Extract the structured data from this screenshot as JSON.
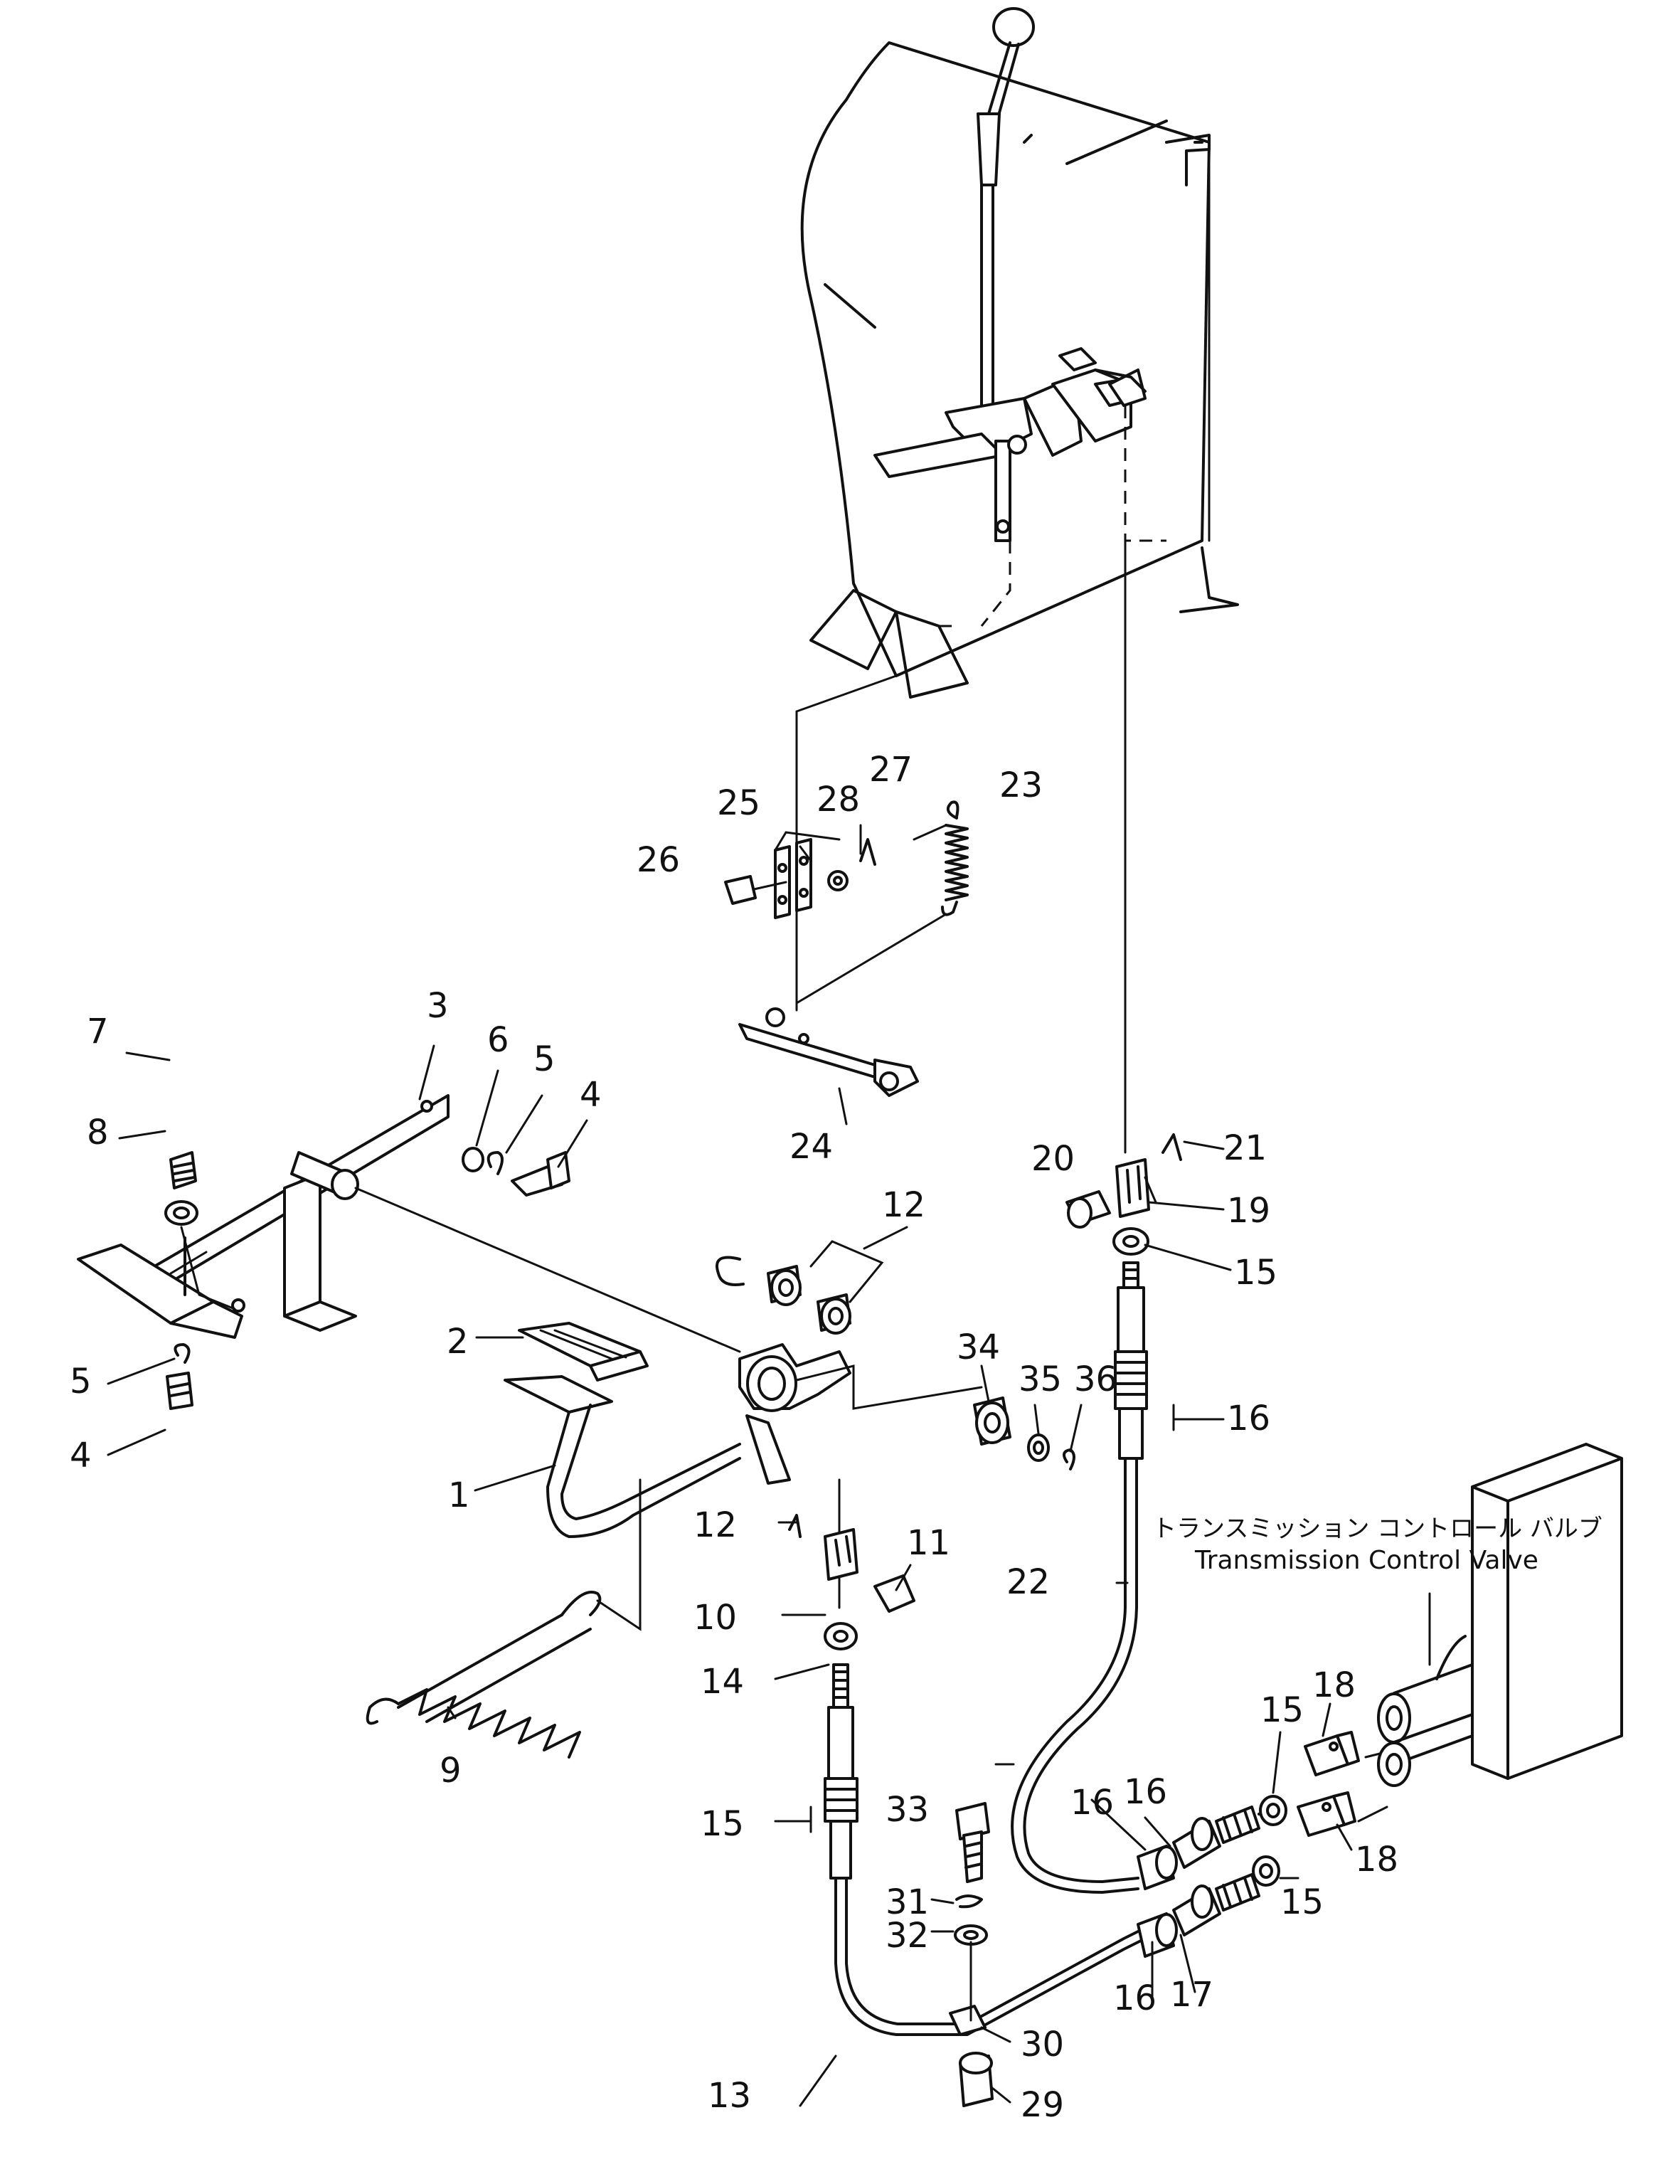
{
  "diagram": {
    "caption_jp": "トランスミッション コントロール バルブ",
    "caption_en": "Transmission Control Valve",
    "callouts": [
      {
        "id": "c1",
        "text": "1"
      },
      {
        "id": "c2",
        "text": "2"
      },
      {
        "id": "c3",
        "text": "3"
      },
      {
        "id": "c4a",
        "text": "4"
      },
      {
        "id": "c4b",
        "text": "4"
      },
      {
        "id": "c5a",
        "text": "5"
      },
      {
        "id": "c5b",
        "text": "5"
      },
      {
        "id": "c6",
        "text": "6"
      },
      {
        "id": "c7",
        "text": "7"
      },
      {
        "id": "c8",
        "text": "8"
      },
      {
        "id": "c9",
        "text": "9"
      },
      {
        "id": "c10",
        "text": "10"
      },
      {
        "id": "c11",
        "text": "11"
      },
      {
        "id": "c12",
        "text": "12"
      },
      {
        "id": "c13",
        "text": "13"
      },
      {
        "id": "c14",
        "text": "14"
      },
      {
        "id": "c15a",
        "text": "15"
      },
      {
        "id": "c15b",
        "text": "15"
      },
      {
        "id": "c15c",
        "text": "15"
      },
      {
        "id": "c15d",
        "text": "15"
      },
      {
        "id": "c16a",
        "text": "16"
      },
      {
        "id": "c16b",
        "text": "16"
      },
      {
        "id": "c16c",
        "text": "16"
      },
      {
        "id": "c16d",
        "text": "16"
      },
      {
        "id": "c17a",
        "text": "17"
      },
      {
        "id": "c17b",
        "text": "17"
      },
      {
        "id": "c18a",
        "text": "18"
      },
      {
        "id": "c18b",
        "text": "18"
      },
      {
        "id": "c19",
        "text": "19"
      },
      {
        "id": "c20",
        "text": "20"
      },
      {
        "id": "c21",
        "text": "21"
      },
      {
        "id": "c22",
        "text": "22"
      },
      {
        "id": "c23",
        "text": "23"
      },
      {
        "id": "c24",
        "text": "24"
      },
      {
        "id": "c25",
        "text": "25"
      },
      {
        "id": "c26",
        "text": "26"
      },
      {
        "id": "c27",
        "text": "27"
      },
      {
        "id": "c28",
        "text": "28"
      },
      {
        "id": "c29",
        "text": "29"
      },
      {
        "id": "c30",
        "text": "30"
      },
      {
        "id": "c31",
        "text": "31"
      },
      {
        "id": "c32",
        "text": "32"
      },
      {
        "id": "c33",
        "text": "33"
      },
      {
        "id": "c34",
        "text": "34"
      },
      {
        "id": "c35",
        "text": "35"
      },
      {
        "id": "c36",
        "text": "36"
      }
    ]
  }
}
